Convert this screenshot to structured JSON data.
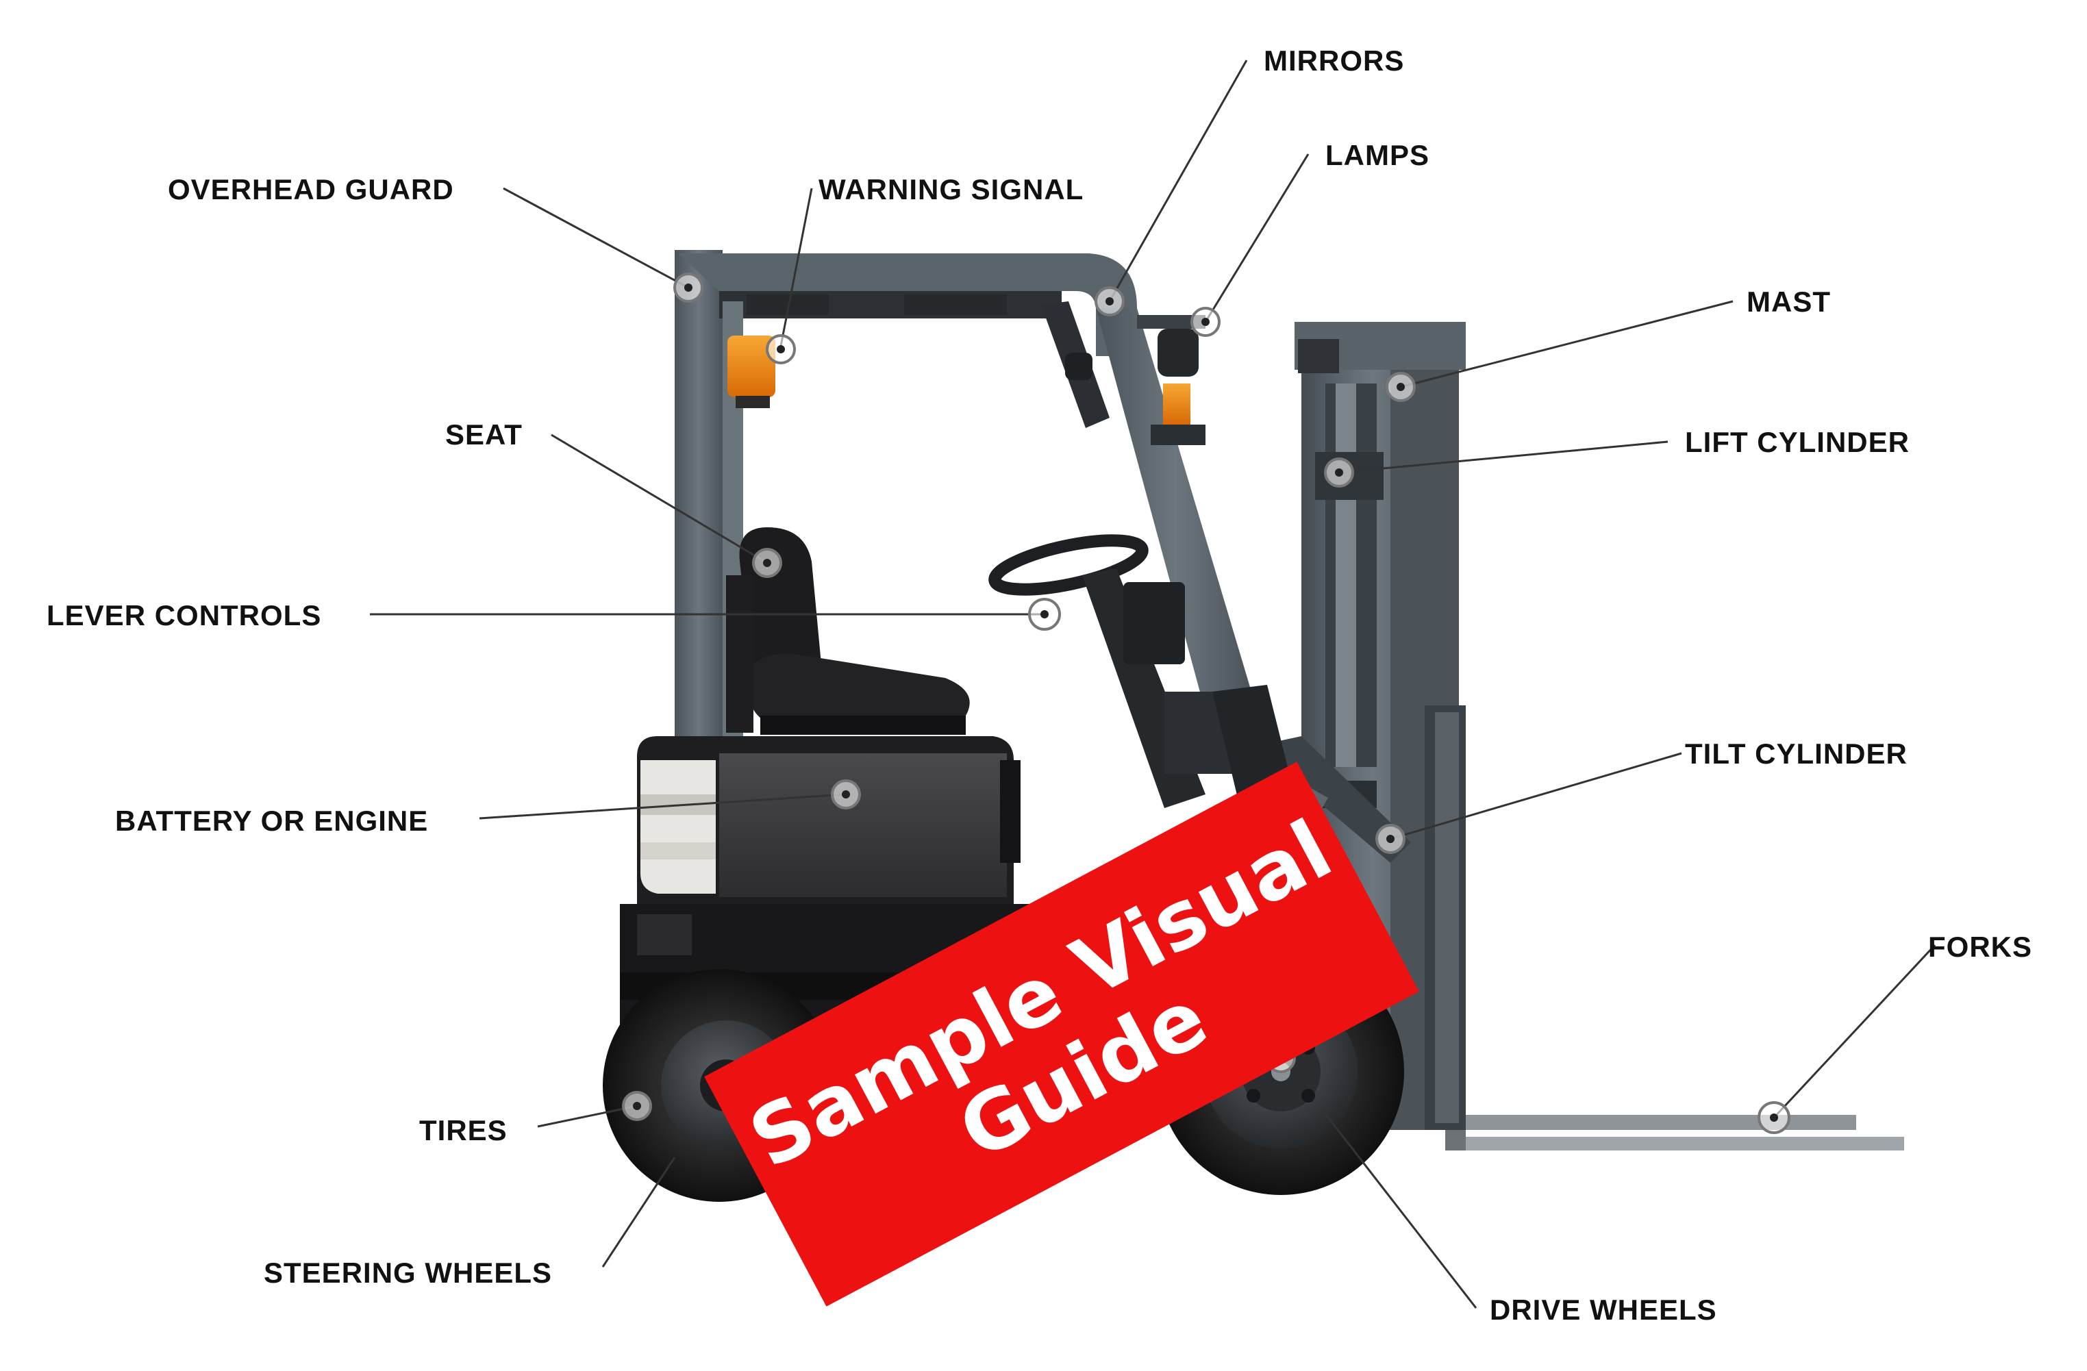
{
  "labels": {
    "mirrors": "MIRRORS",
    "lamps": "LAMPS",
    "overhead_guard": "OVERHEAD GUARD",
    "warning_signal": "WARNING SIGNAL",
    "mast": "MAST",
    "seat": "SEAT",
    "lift_cylinder": "LIFT CYLINDER",
    "lever_controls": "LEVER CONTROLS",
    "tilt_cylinder": "TILT CYLINDER",
    "battery_or_engine": "BATTERY OR ENGINE",
    "forks": "FORKS",
    "tires": "TIRES",
    "steering_wheels": "STEERING WHEELS",
    "drive_wheels": "DRIVE WHEELS"
  },
  "banner": {
    "line1": "Sample Visual",
    "line2": "Guide",
    "color": "#ee1111"
  },
  "colors": {
    "frame": "#59636a",
    "frame_dark": "#3d454b",
    "body_black": "#1c1c1e",
    "battery_panel": "#3a3a3d",
    "amber_light": "#f08a12",
    "tire": "#1a1a1a",
    "fork_steel": "#9a9fa3"
  }
}
